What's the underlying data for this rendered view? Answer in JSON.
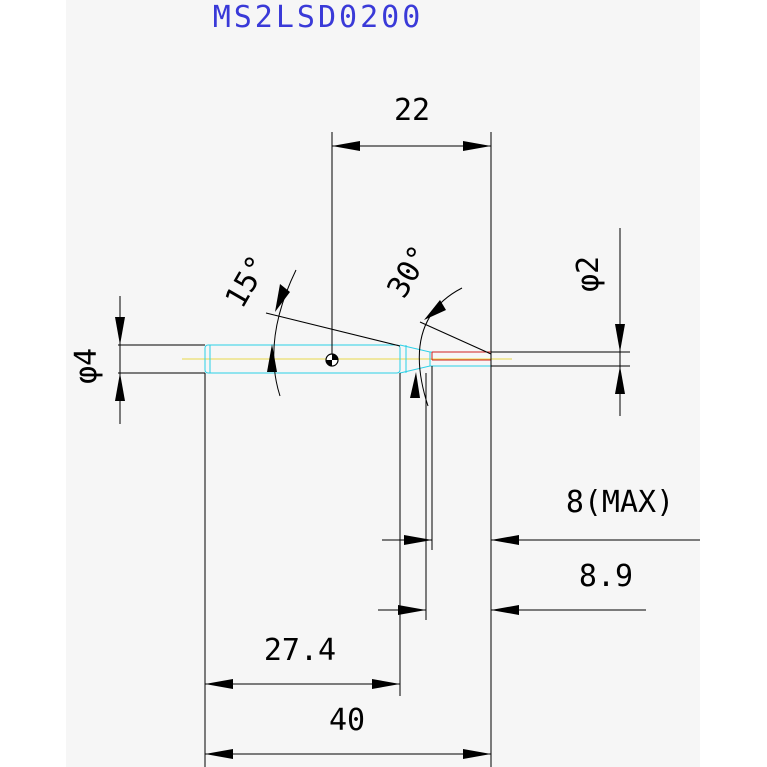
{
  "drawing": {
    "part_number": "MS2LSD0200",
    "dimensions": {
      "overall_length": "40",
      "shank_length": "27.4",
      "flute_length": "8.9",
      "max_cut_length": "8(MAX)",
      "gauge_length": "22",
      "shank_diameter": "φ4",
      "tip_diameter": "φ2",
      "neck_angle": "15°",
      "tip_angle": "30°"
    },
    "colors": {
      "title": "#3a3ad8",
      "dimension_lines": "#000000",
      "tool_outline": "#2bd0e6",
      "centerline": "#e8d84a",
      "tip_edge": "#d02020",
      "background": "#f6f6f6"
    }
  }
}
